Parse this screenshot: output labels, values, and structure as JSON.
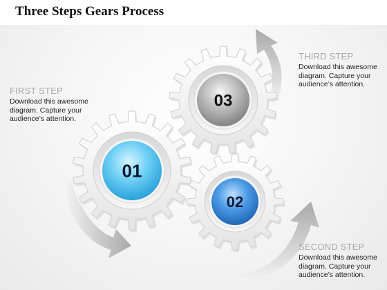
{
  "title": "Three Steps Gears Process",
  "steps": [
    {
      "heading": "FIRST STEP",
      "description": "Download this awesome diagram. Capture your audience’s attention.",
      "number": "01",
      "color": "#4fc3ee"
    },
    {
      "heading": "SECOND STEP",
      "description": "Download this awesome diagram. Capture your audience’s attention.",
      "number": "02",
      "color": "#2f7fd6"
    },
    {
      "heading": "THIRD STEP",
      "description": "Download this awesome diagram. Capture your audience’s attention.",
      "number": "03",
      "color": "#9a9a9a"
    }
  ],
  "colors": {
    "gear": "#f7f7f7",
    "arrow": "#b9b9b9",
    "heading": "#a8a8a8"
  }
}
